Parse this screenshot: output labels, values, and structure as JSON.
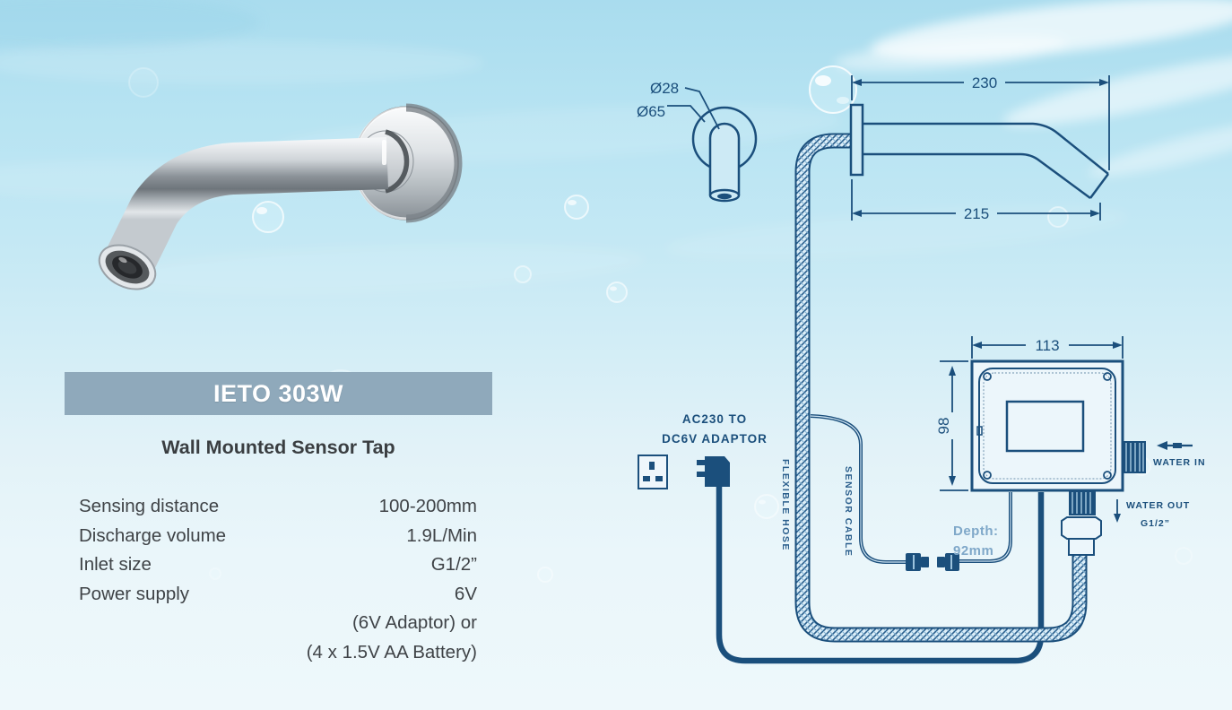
{
  "product": {
    "model": "IETO 303W",
    "title": "Wall Mounted Sensor Tap"
  },
  "specs": {
    "rows": [
      {
        "label": "Sensing distance",
        "value": "100-200mm"
      },
      {
        "label": "Discharge volume",
        "value": "1.9L/Min"
      },
      {
        "label": "Inlet size",
        "value": "G1/2”"
      },
      {
        "label": "Power supply",
        "value": "6V"
      }
    ],
    "power_supply_options": [
      "(6V Adaptor) or",
      "(4 x 1.5V AA Battery)"
    ]
  },
  "diagram": {
    "front_view": {
      "spout_diameter": "Ø28",
      "flange_diameter": "Ø65"
    },
    "side_view": {
      "overall_length": "230",
      "spout_length": "215"
    },
    "control_box": {
      "width": "113",
      "height": "98",
      "depth_label": "Depth:",
      "depth_value": "92mm",
      "water_in_label": "WATER IN",
      "water_out_label": "WATER OUT",
      "water_out_size": "G1/2”"
    },
    "adaptor_label_line1": "AC230 TO",
    "adaptor_label_line2": "DC6V ADAPTOR",
    "flexible_hose_label": "FLEXIBLE HOSE",
    "sensor_cable_label": "SENSOR CABLE"
  },
  "colors": {
    "line": "#1b4f7c",
    "banner": "#8fa9bb",
    "body_text": "#3f4347",
    "depth_label": "#7fa8c9",
    "background_top": "#a9dcee",
    "background_bottom": "#eef8fb"
  }
}
